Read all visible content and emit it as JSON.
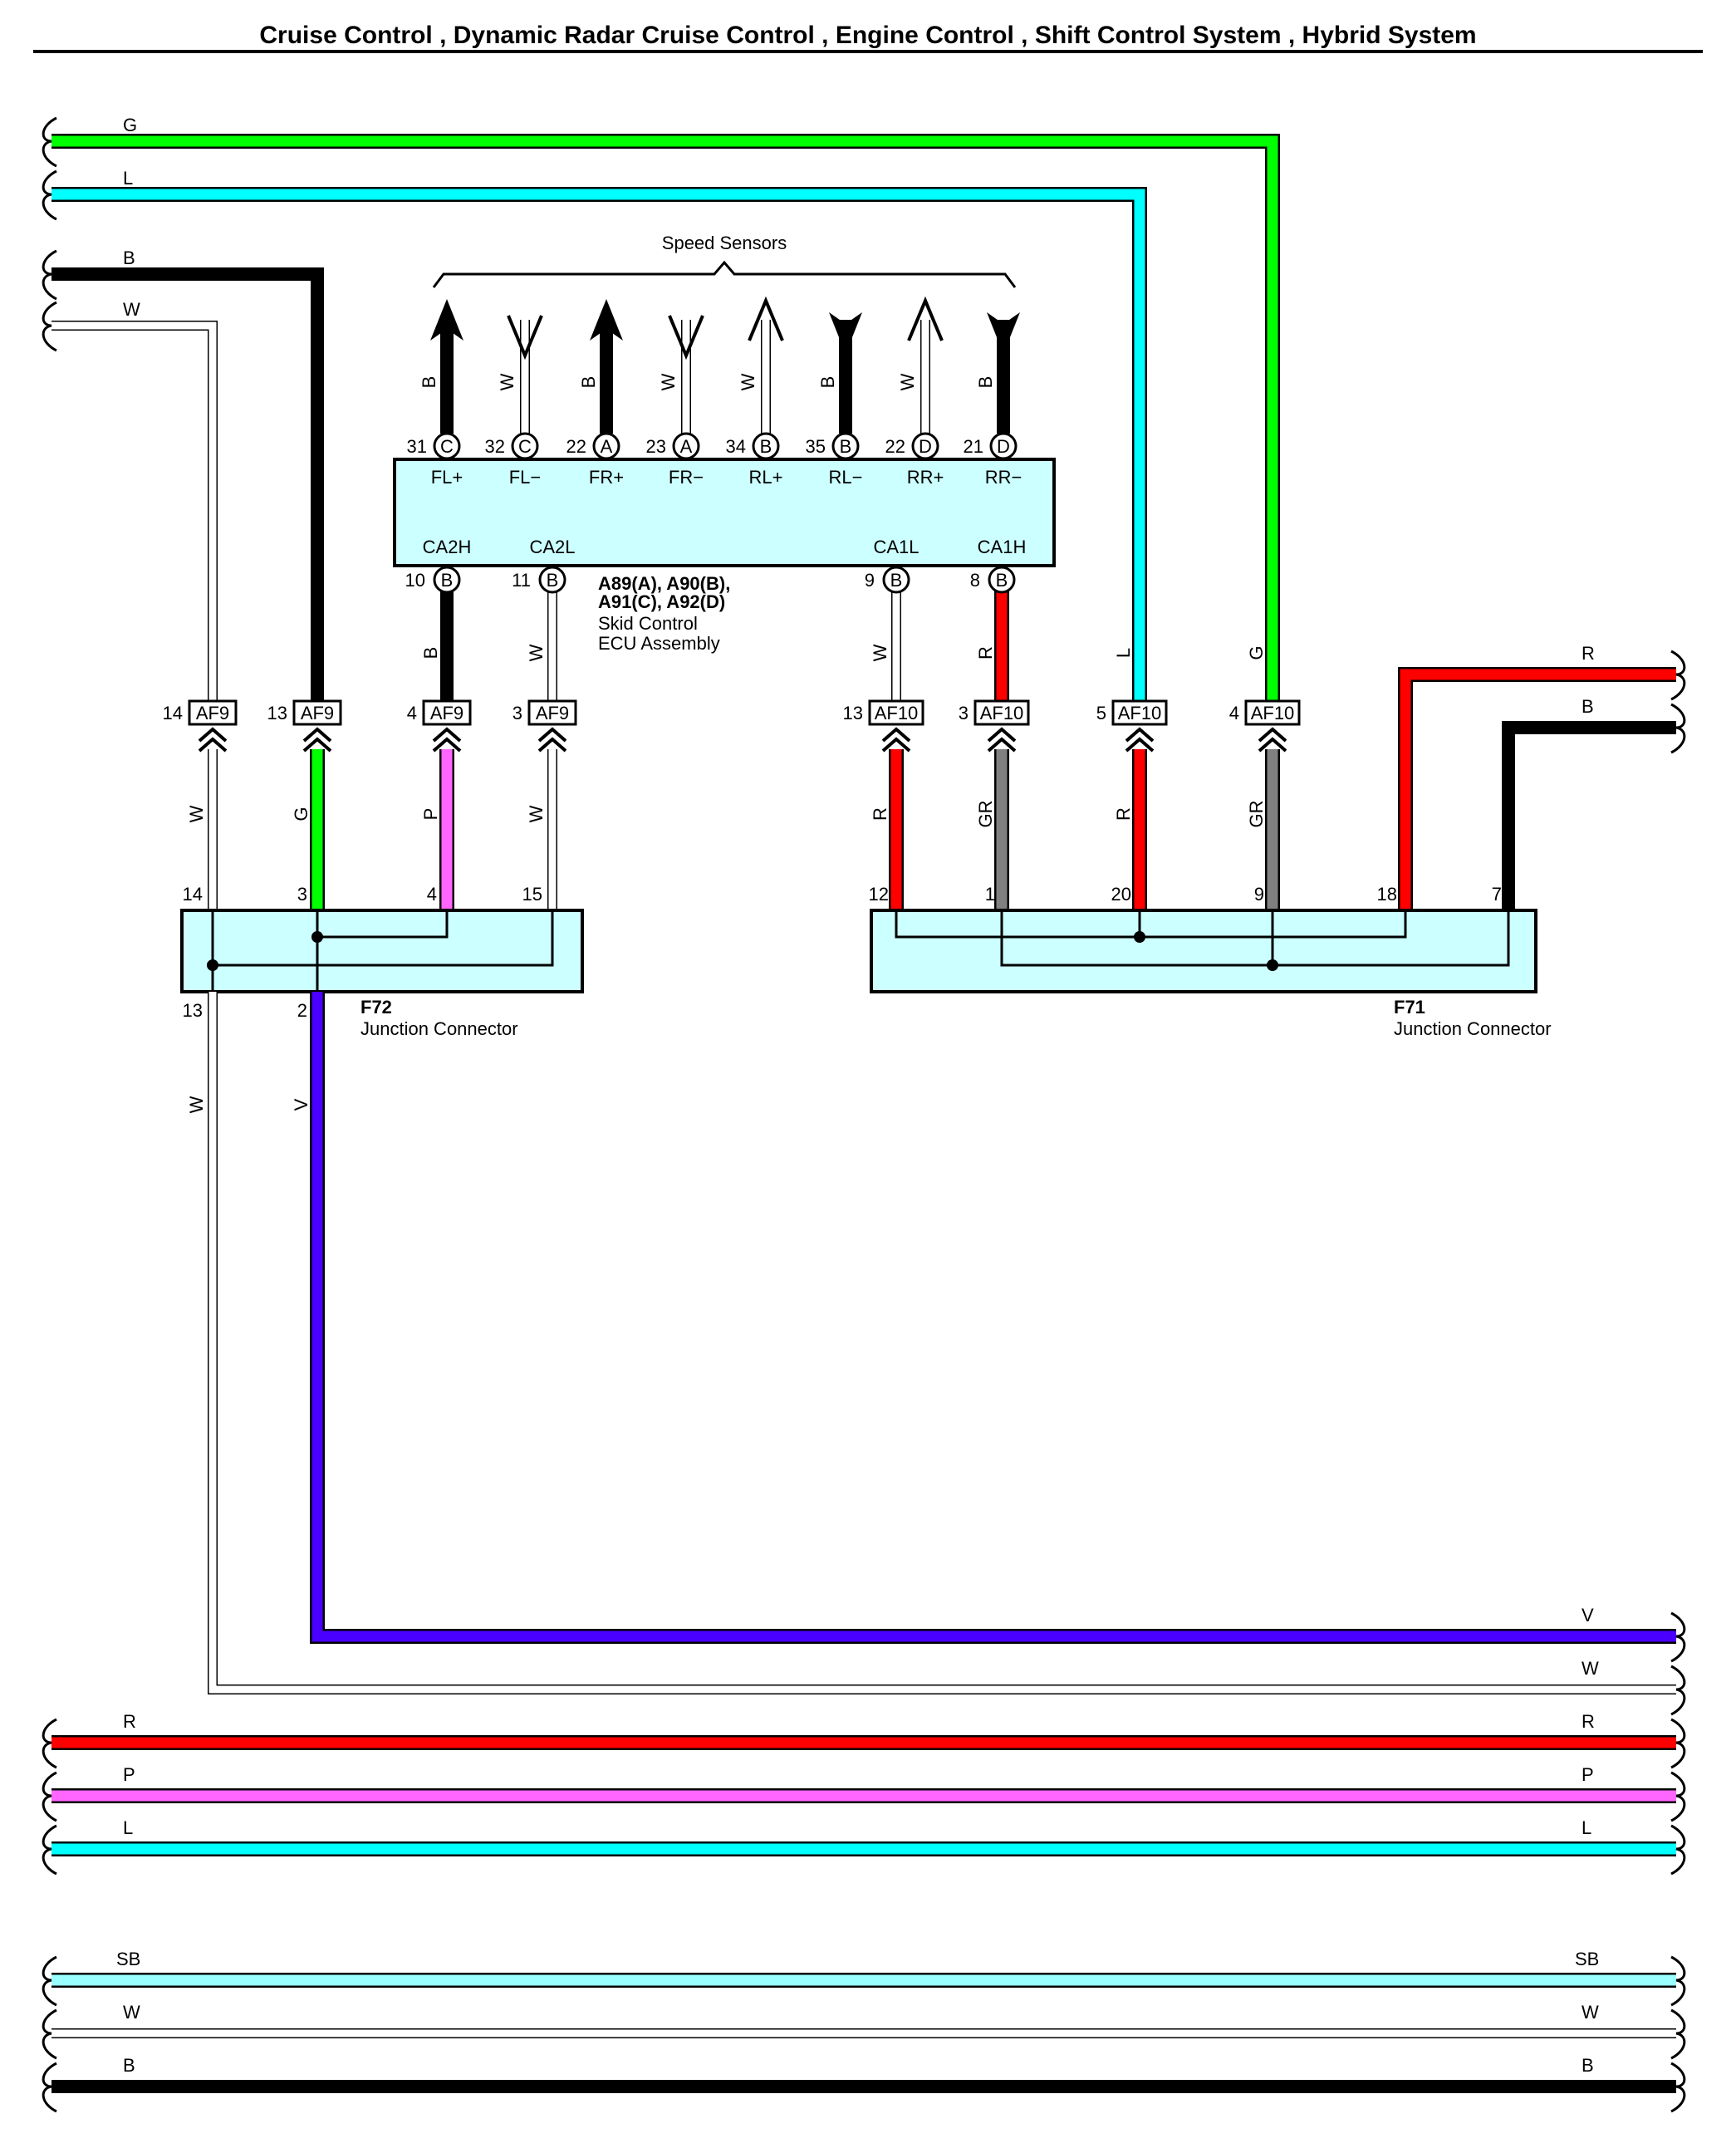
{
  "header": {
    "title": "Cruise Control , Dynamic Radar Cruise Control , Engine Control , Shift Control System , Hybrid System"
  },
  "colors": {
    "G": "#00ff00",
    "L": "#00ffff",
    "B": "#000000",
    "W": "#ffffff",
    "R": "#ff0000",
    "P": "#ff66ff",
    "V": "#4a00ff",
    "GR": "#808080",
    "SB": "#99ffff",
    "box": "#ccffff"
  },
  "left_wires": [
    "G",
    "L",
    "B",
    "W"
  ],
  "bottom_wires_right": [
    "V",
    "W",
    "R",
    "P",
    "L"
  ],
  "bottom_wires_left": [
    "R",
    "P",
    "L"
  ],
  "bottom_group": [
    "SB",
    "W",
    "B"
  ],
  "sensors": {
    "label": "Speed Sensors",
    "pins": [
      {
        "wire": "B",
        "num": "31",
        "conn": "C",
        "name": "FL+"
      },
      {
        "wire": "W",
        "num": "32",
        "conn": "C",
        "name": "FL−"
      },
      {
        "wire": "B",
        "num": "22",
        "conn": "A",
        "name": "FR+"
      },
      {
        "wire": "W",
        "num": "23",
        "conn": "A",
        "name": "FR−"
      },
      {
        "wire": "W",
        "num": "34",
        "conn": "B",
        "name": "RL+"
      },
      {
        "wire": "B",
        "num": "35",
        "conn": "B",
        "name": "RL−"
      },
      {
        "wire": "W",
        "num": "22",
        "conn": "D",
        "name": "RR+"
      },
      {
        "wire": "B",
        "num": "21",
        "conn": "D",
        "name": "RR−"
      }
    ]
  },
  "ecu": {
    "line1": "A89(A), A90(B),",
    "line2": "A91(C), A92(D)",
    "line3": "Skid Control",
    "line4": "ECU Assembly",
    "ca_pins": [
      {
        "name": "CA2H",
        "num": "10",
        "conn": "B",
        "wire": "B"
      },
      {
        "name": "CA2L",
        "num": "11",
        "conn": "B",
        "wire": "W"
      },
      {
        "name": "CA1L",
        "num": "9",
        "conn": "B",
        "wire": "W"
      },
      {
        "name": "CA1H",
        "num": "8",
        "conn": "B",
        "wire": "R"
      }
    ]
  },
  "af_connectors": [
    {
      "num": "14",
      "name": "AF9",
      "wire_top": "",
      "wire_bottom": "W"
    },
    {
      "num": "13",
      "name": "AF9",
      "wire_top": "",
      "wire_bottom": "G"
    },
    {
      "num": "4",
      "name": "AF9",
      "wire_top": "B",
      "wire_bottom": "P"
    },
    {
      "num": "3",
      "name": "AF9",
      "wire_top": "W",
      "wire_bottom": "W"
    },
    {
      "num": "13",
      "name": "AF10",
      "wire_top": "W",
      "wire_bottom": "R"
    },
    {
      "num": "3",
      "name": "AF10",
      "wire_top": "R",
      "wire_bottom": "GR"
    },
    {
      "num": "5",
      "name": "AF10",
      "wire_top": "L",
      "wire_bottom": "R"
    },
    {
      "num": "4",
      "name": "AF10",
      "wire_top": "G",
      "wire_bottom": "GR"
    }
  ],
  "f72": {
    "id": "F72",
    "name": "Junction Connector",
    "top_pins": [
      "14",
      "3",
      "4",
      "15"
    ],
    "bottom_pins": [
      "13",
      "2"
    ],
    "bottom_wires": [
      "W",
      "V"
    ]
  },
  "f71": {
    "id": "F71",
    "name": "Junction Connector",
    "top_pins": [
      "12",
      "1",
      "20",
      "9",
      "18",
      "7"
    ]
  },
  "f71_out": [
    "R",
    "B"
  ]
}
